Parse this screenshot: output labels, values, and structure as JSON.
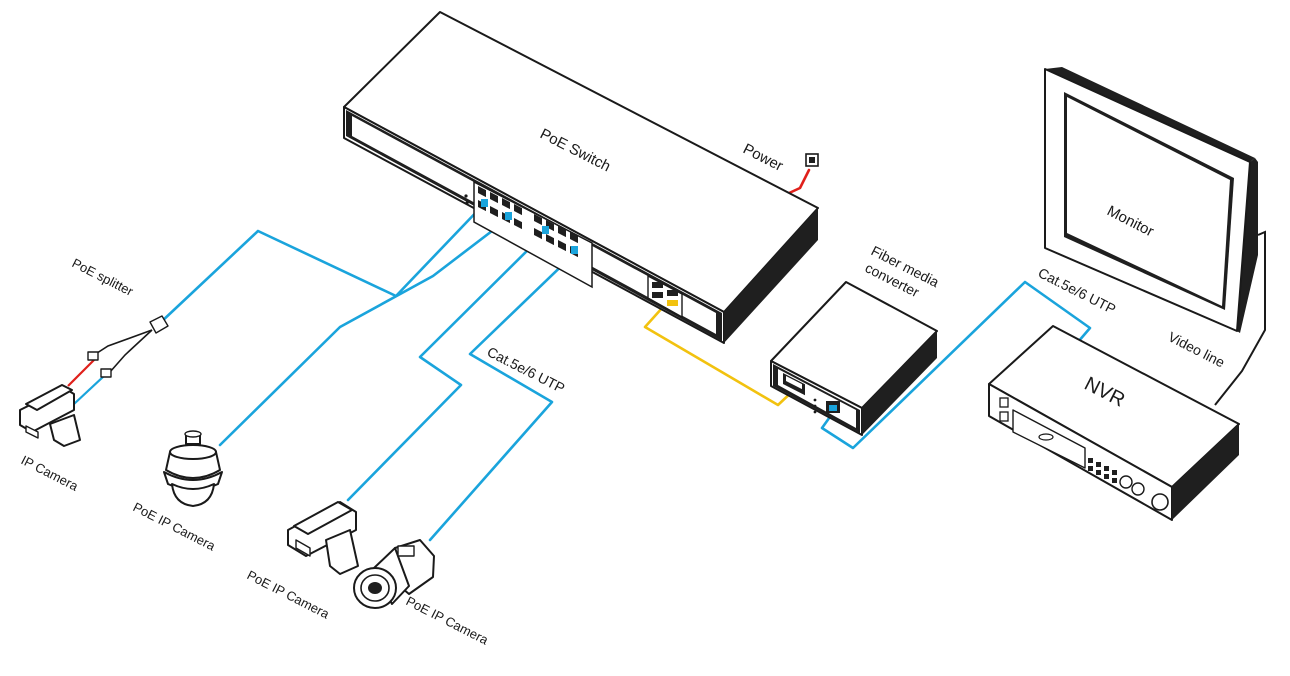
{
  "colors": {
    "utp_cable": "#1aa4dc",
    "fiber_cable": "#f2c20f",
    "power_cable": "#e0201b",
    "device_fill": "#1f1f1f",
    "outline": "#1a1a1a"
  },
  "labels": {
    "switch": "PoE  Switch",
    "power": "Power",
    "fiber_line1": "Fiber media",
    "fiber_line2": "converter",
    "monitor": "Monitor",
    "nvr": "NVR",
    "video_line": "Video line",
    "utp_right": "Cat.5e/6 UTP",
    "utp_left": "Cat.5e/6 UTP",
    "poe_splitter": "PoE splitter",
    "ip_camera": "IP Camera",
    "poe_ip_camera_1": "PoE IP Camera",
    "poe_ip_camera_2": "PoE IP Camera",
    "poe_ip_camera_3": "PoE IP Camera"
  },
  "icons": [
    "poe-switch-icon",
    "fiber-media-converter-icon",
    "monitor-icon",
    "nvr-icon",
    "ip-camera-icon",
    "dome-camera-icon",
    "box-camera-icon",
    "bullet-camera-icon",
    "poe-splitter-icon",
    "power-socket-icon"
  ]
}
